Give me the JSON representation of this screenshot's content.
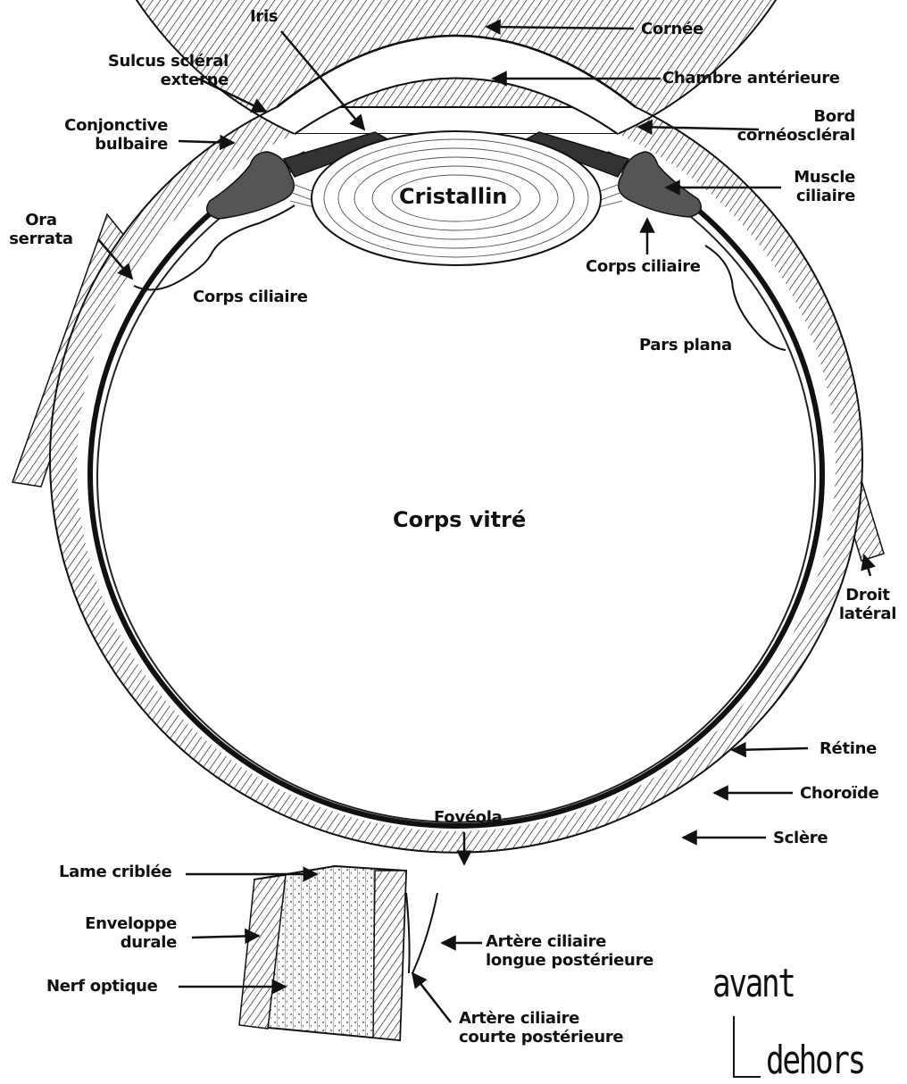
{
  "labels": {
    "iris": "Iris",
    "cornee": "Cornée",
    "sulcus_l1": "Sulcus scléral",
    "sulcus_l2": "externe",
    "chambre": "Chambre antérieure",
    "conj_l1": "Conjonctive",
    "conj_l2": "bulbaire",
    "bord_l1": "Bord",
    "bord_l2": "cornéoscléral",
    "cristallin": "Cristallin",
    "muscle_l1": "Muscle",
    "muscle_l2": "ciliaire",
    "ora_l1": "Ora",
    "ora_l2": "serrata",
    "corps_ciliaire_right": "Corps ciliaire",
    "corps_ciliaire_left": "Corps ciliaire",
    "pars_plana": "Pars plana",
    "corps_vitre": "Corps vitré",
    "droit_l1": "Droit",
    "droit_l2": "latéral",
    "retine": "Rétine",
    "choroide": "Choroïde",
    "foveola": "Fovéola",
    "sclere": "Sclère",
    "lame": "Lame criblée",
    "env_l1": "Enveloppe",
    "env_l2": "durale",
    "acl_l1": "Artère ciliaire",
    "acl_l2": "longue postérieure",
    "nerf": "Nerf optique",
    "acc_l1": "Artère ciliaire",
    "acc_l2": "courte postérieure"
  },
  "orientation": {
    "avant": "avant",
    "dehors": "dehors"
  }
}
